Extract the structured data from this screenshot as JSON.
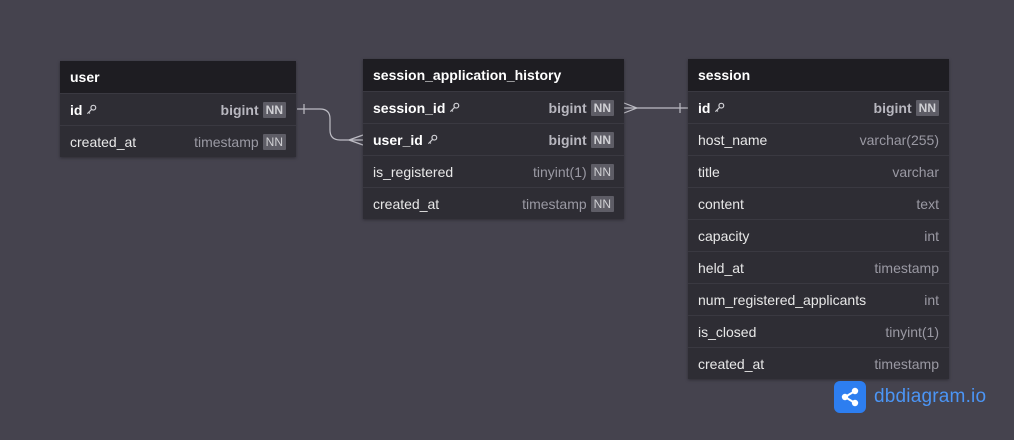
{
  "tables": {
    "user": {
      "name": "user",
      "columns": [
        {
          "name": "id",
          "type": "bigint",
          "nn": "NN"
        },
        {
          "name": "created_at",
          "type": "timestamp",
          "nn": "NN"
        }
      ]
    },
    "history": {
      "name": "session_application_history",
      "columns": [
        {
          "name": "session_id",
          "type": "bigint",
          "nn": "NN"
        },
        {
          "name": "user_id",
          "type": "bigint",
          "nn": "NN"
        },
        {
          "name": "is_registered",
          "type": "tinyint(1)",
          "nn": "NN"
        },
        {
          "name": "created_at",
          "type": "timestamp",
          "nn": "NN"
        }
      ]
    },
    "session": {
      "name": "session",
      "columns": [
        {
          "name": "id",
          "type": "bigint",
          "nn": "NN"
        },
        {
          "name": "host_name",
          "type": "varchar(255)"
        },
        {
          "name": "title",
          "type": "varchar"
        },
        {
          "name": "content",
          "type": "text"
        },
        {
          "name": "capacity",
          "type": "int"
        },
        {
          "name": "held_at",
          "type": "timestamp"
        },
        {
          "name": "num_registered_applicants",
          "type": "int"
        },
        {
          "name": "is_closed",
          "type": "tinyint(1)"
        },
        {
          "name": "created_at",
          "type": "timestamp"
        }
      ]
    }
  },
  "brand": {
    "text": "dbdiagram.io"
  },
  "colors": {
    "background": "#45434e",
    "table_body": "#2e2d34",
    "table_header": "#1e1d22",
    "relation_line": "#bdbcc4",
    "brand": "#2d7ef0"
  }
}
